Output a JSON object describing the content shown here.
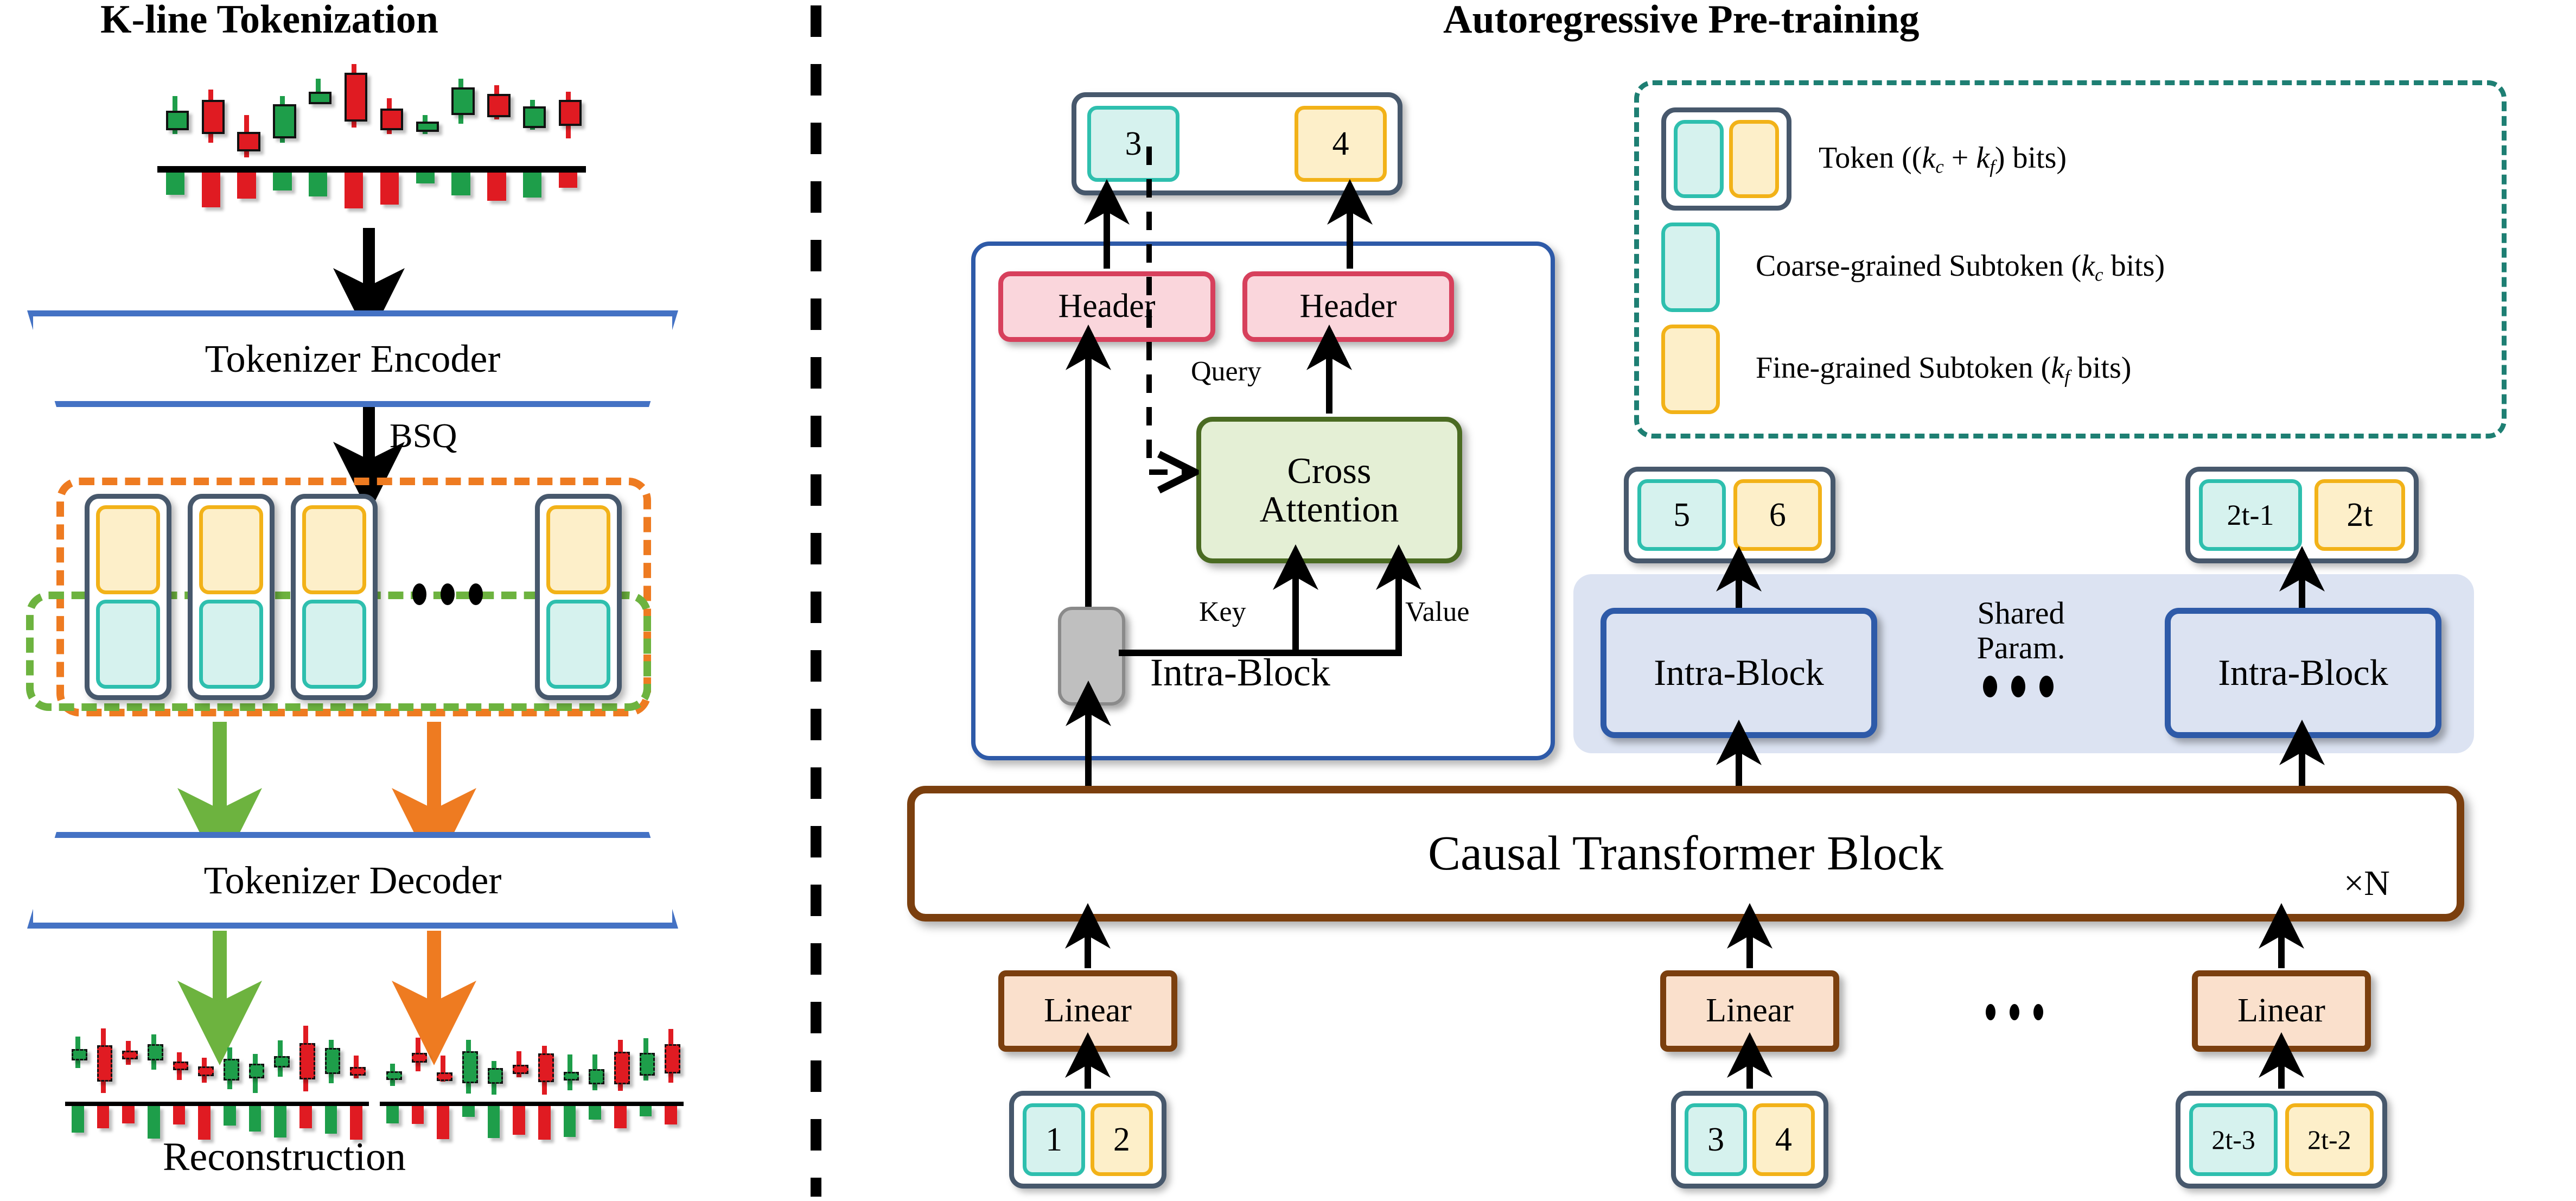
{
  "panels": {
    "left_title": "K-line Tokenization",
    "right_title": "Autoregressive Pre-training"
  },
  "left": {
    "encoder_label": "Tokenizer Encoder",
    "bsq_label": "BSQ",
    "decoder_label": "Tokenizer Decoder",
    "reconstruction_label": "Reconstruction",
    "ellipsis": "• • •",
    "colors": {
      "trapezoid_border": "#4472C4",
      "orange_dashed": "#EE7B21",
      "green_dashed": "#6DB33F",
      "token_outline": "#47586C",
      "coarse_border": "#2EBFAE",
      "coarse_fill": "#D6F2EE",
      "fine_border": "#F2B218",
      "fine_fill": "#FDEFC9",
      "candle_up": "#1E9E4A",
      "candle_down": "#E01B22"
    }
  },
  "right": {
    "output_token": {
      "coarse": "3",
      "fine": "4"
    },
    "detail_block": {
      "header_left": "Header",
      "header_right": "Header",
      "cross_attention": "Cross\nAttention",
      "cross_attention_line1": "Cross",
      "cross_attention_line2": "Attention",
      "query_label": "Query",
      "key_label": "Key",
      "value_label": "Value",
      "block_label": "Intra-Block"
    },
    "right_tokens": [
      {
        "coarse": "5",
        "fine": "6"
      },
      {
        "coarse": "2t-1",
        "fine": "2t"
      }
    ],
    "intra_blocks": [
      "Intra-Block",
      "Intra-Block"
    ],
    "shared_param_line1": "Shared",
    "shared_param_line2": "Param.",
    "shared_ellipsis": "• • •",
    "transformer_label": "Causal Transformer Block",
    "repeat_label": "×N",
    "linear_labels": [
      "Linear",
      "Linear",
      "Linear"
    ],
    "input_tokens": [
      {
        "coarse": "1",
        "fine": "2"
      },
      {
        "coarse": "3",
        "fine": "4"
      },
      {
        "coarse": "2t-3",
        "fine": "2t-2"
      }
    ],
    "bottom_ellipsis": "• • •",
    "legend": {
      "rows": [
        {
          "swatch": "token",
          "text_prefix": "Token ((",
          "k_c": "k",
          "sub_c": "c",
          "plus": " + ",
          "k_f": "k",
          "sub_f": "f",
          "text_suffix": ") bits)"
        },
        {
          "swatch": "coarse",
          "text_prefix": "Coarse-grained Subtoken (",
          "k": "k",
          "sub": "c",
          "text_suffix": " bits)"
        },
        {
          "swatch": "fine",
          "text_prefix": "Fine-grained Subtoken (",
          "k": "k",
          "sub": "f",
          "text_suffix": " bits)"
        }
      ]
    },
    "colors": {
      "header_border": "#D7405C",
      "header_fill": "#FAD6DC",
      "cross_attention_border": "#4A6B22",
      "cross_attention_fill": "#E4EFD5",
      "intra_block_border": "#2E5AA8",
      "intra_block_fill": "#DCE3F2",
      "transformer_border": "#7B3F0E",
      "linear_fill": "#FAE0CC",
      "legend_border": "#1E7F73",
      "grey_box": "#BFBFBF"
    }
  },
  "chart_data": {
    "type": "candlestick",
    "title": "K-line Tokenization",
    "series": [
      {
        "name": "input-kline",
        "candles": [
          {
            "open": 0.38,
            "close": 0.52,
            "high": 0.66,
            "low": 0.3,
            "dir": "up",
            "volume": 0.45,
            "vdir": "up"
          },
          {
            "open": 0.62,
            "close": 0.34,
            "high": 0.72,
            "low": 0.22,
            "dir": "down",
            "volume": 0.7,
            "vdir": "down"
          },
          {
            "open": 0.32,
            "close": 0.18,
            "high": 0.48,
            "low": 0.08,
            "dir": "down",
            "volume": 0.52,
            "vdir": "down"
          },
          {
            "open": 0.3,
            "close": 0.58,
            "high": 0.66,
            "low": 0.22,
            "dir": "up",
            "volume": 0.36,
            "vdir": "up"
          },
          {
            "open": 0.62,
            "close": 0.7,
            "high": 0.82,
            "low": 0.58,
            "dir": "up",
            "volume": 0.48,
            "vdir": "up"
          },
          {
            "open": 0.88,
            "close": 0.46,
            "high": 0.96,
            "low": 0.36,
            "dir": "down",
            "volume": 0.72,
            "vdir": "down"
          },
          {
            "open": 0.54,
            "close": 0.38,
            "high": 0.64,
            "low": 0.3,
            "dir": "down",
            "volume": 0.64,
            "vdir": "down"
          },
          {
            "open": 0.42,
            "close": 0.36,
            "high": 0.48,
            "low": 0.3,
            "dir": "up",
            "volume": 0.22,
            "vdir": "up"
          },
          {
            "open": 0.52,
            "close": 0.74,
            "high": 0.82,
            "low": 0.4,
            "dir": "up",
            "volume": 0.46,
            "vdir": "up"
          },
          {
            "open": 0.68,
            "close": 0.5,
            "high": 0.76,
            "low": 0.44,
            "dir": "down",
            "volume": 0.56,
            "vdir": "down"
          },
          {
            "open": 0.56,
            "close": 0.4,
            "high": 0.62,
            "low": 0.34,
            "dir": "up",
            "volume": 0.5,
            "vdir": "up"
          },
          {
            "open": 0.62,
            "close": 0.42,
            "high": 0.7,
            "low": 0.26,
            "dir": "down",
            "volume": 0.3,
            "vdir": "down"
          }
        ]
      },
      {
        "name": "reconstruction-left",
        "candles": [
          {
            "dir": "up"
          },
          {
            "dir": "down"
          },
          {
            "dir": "down"
          },
          {
            "dir": "up"
          },
          {
            "dir": "down"
          },
          {
            "dir": "down"
          },
          {
            "dir": "up"
          },
          {
            "dir": "up"
          },
          {
            "dir": "up"
          },
          {
            "dir": "down"
          },
          {
            "dir": "up"
          },
          {
            "dir": "down"
          }
        ]
      },
      {
        "name": "reconstruction-right",
        "candles": [
          {
            "dir": "up"
          },
          {
            "dir": "down"
          },
          {
            "dir": "down"
          },
          {
            "dir": "up"
          },
          {
            "dir": "up"
          },
          {
            "dir": "down"
          },
          {
            "dir": "down"
          },
          {
            "dir": "up"
          },
          {
            "dir": "up"
          },
          {
            "dir": "down"
          },
          {
            "dir": "up"
          },
          {
            "dir": "down"
          }
        ]
      }
    ],
    "xlabel": "",
    "ylabel": "",
    "grid": false,
    "legend": "none"
  }
}
